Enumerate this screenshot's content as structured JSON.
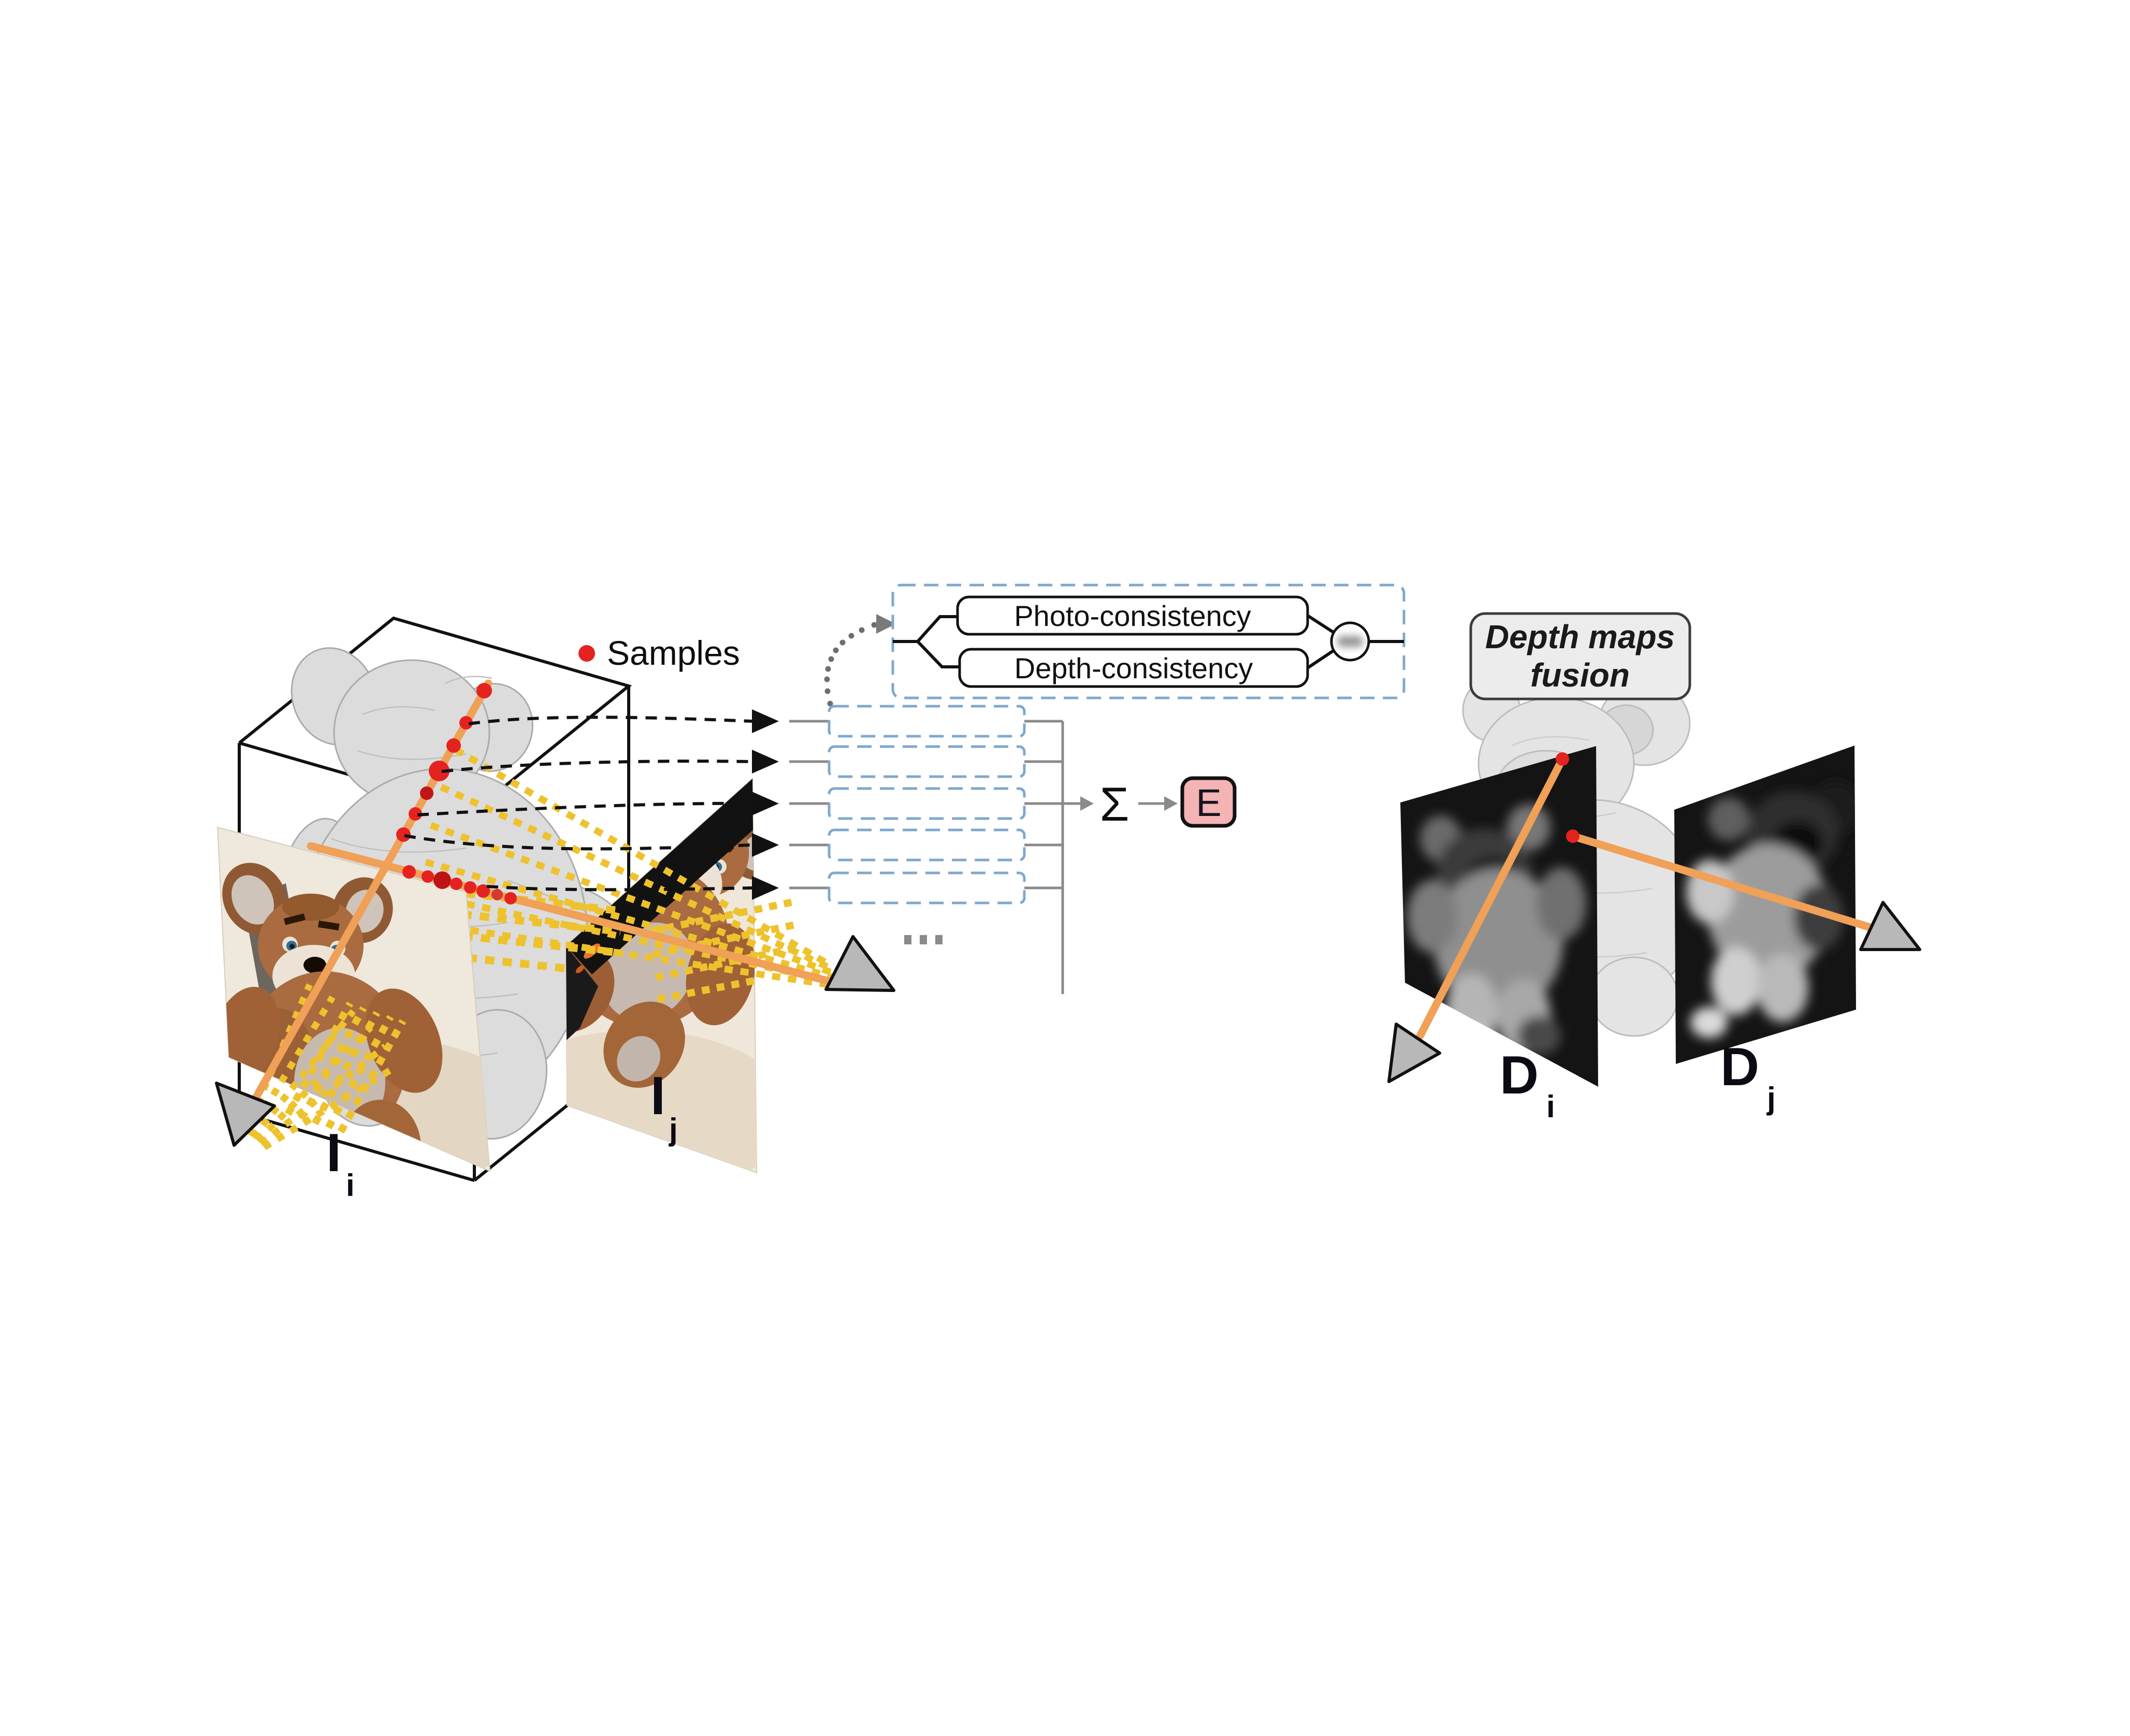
{
  "figure": {
    "legend": {
      "samples": "Samples"
    },
    "views": {
      "image_i": {
        "main": "I",
        "sub": "i"
      },
      "image_j": {
        "main": "I",
        "sub": "j"
      },
      "depth_i": {
        "main": "D",
        "sub": "i"
      },
      "depth_j": {
        "main": "D",
        "sub": "j"
      }
    },
    "modules": {
      "photo": "Photo-consistency",
      "depth": "Depth-consistency",
      "sum": "Σ",
      "energy": "E",
      "ellipsis": "..."
    },
    "fusion": {
      "line1": "Depth maps",
      "line2": "fusion"
    }
  },
  "colors": {
    "ray-orange": "#f0a057",
    "sample-yellow": "#eec22d",
    "sample-red": "#e42320",
    "dash-blue": "#7fa8cd",
    "energy-pink": "#f4b3b4",
    "camera-gray": "#b8b8b8",
    "line-gray": "#8a8a8a",
    "ink-black": "#111111",
    "page-bg": "#ffffff"
  }
}
